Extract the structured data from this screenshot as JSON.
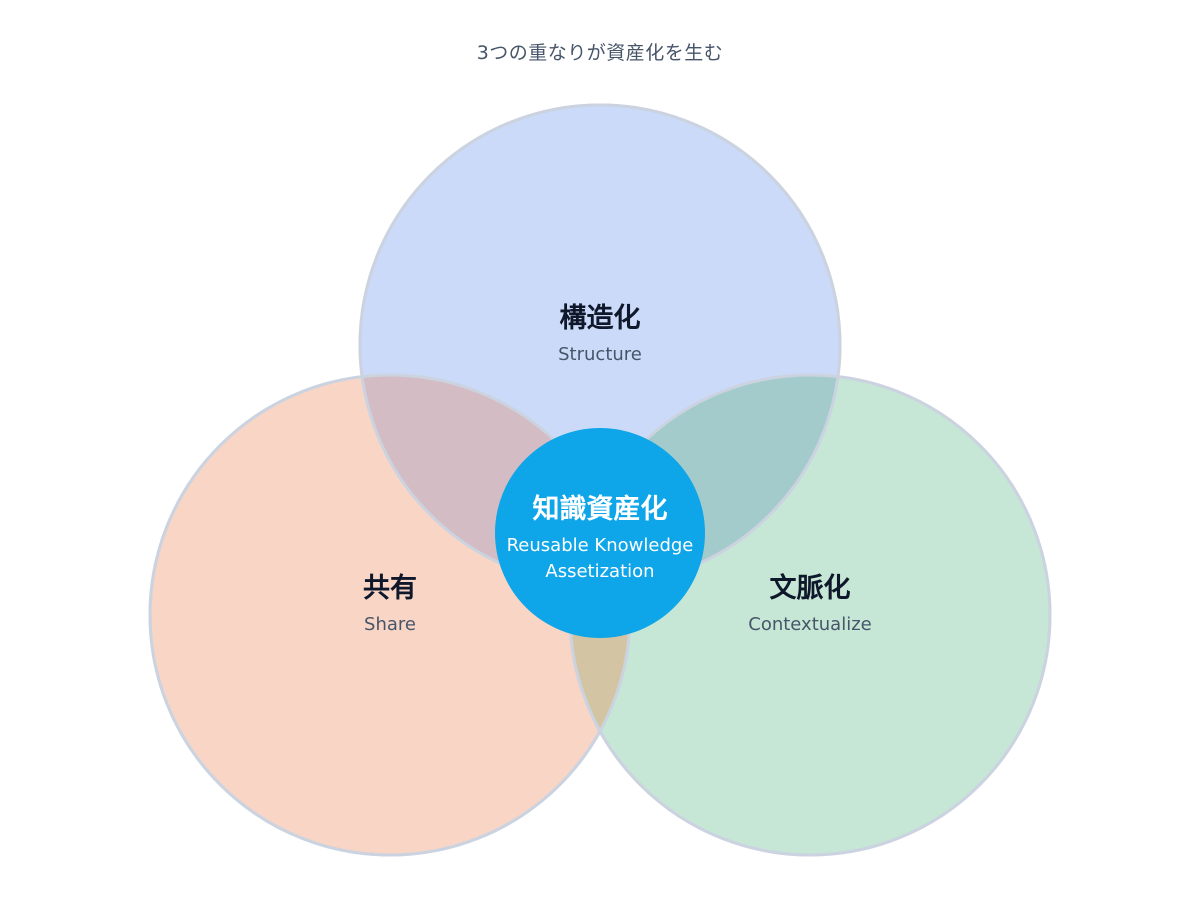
{
  "caption": "3つの重なりが資産化を生む",
  "circles": {
    "structure": {
      "title": "構造化",
      "subtitle": "Structure",
      "color": "#c7d7f8"
    },
    "share": {
      "title": "共有",
      "subtitle": "Share",
      "color": "#f9d3c0"
    },
    "context": {
      "title": "文脈化",
      "subtitle": "Contextualize",
      "color": "#bfe5cf"
    }
  },
  "center": {
    "title": "知識資産化",
    "subtitle_line1": "Reusable Knowledge",
    "subtitle_line2": "Assetization",
    "color": "#0ea5e9"
  },
  "colors": {
    "outline": "#cbd5e1",
    "heading": "#0f172a",
    "subtext": "#475569"
  }
}
